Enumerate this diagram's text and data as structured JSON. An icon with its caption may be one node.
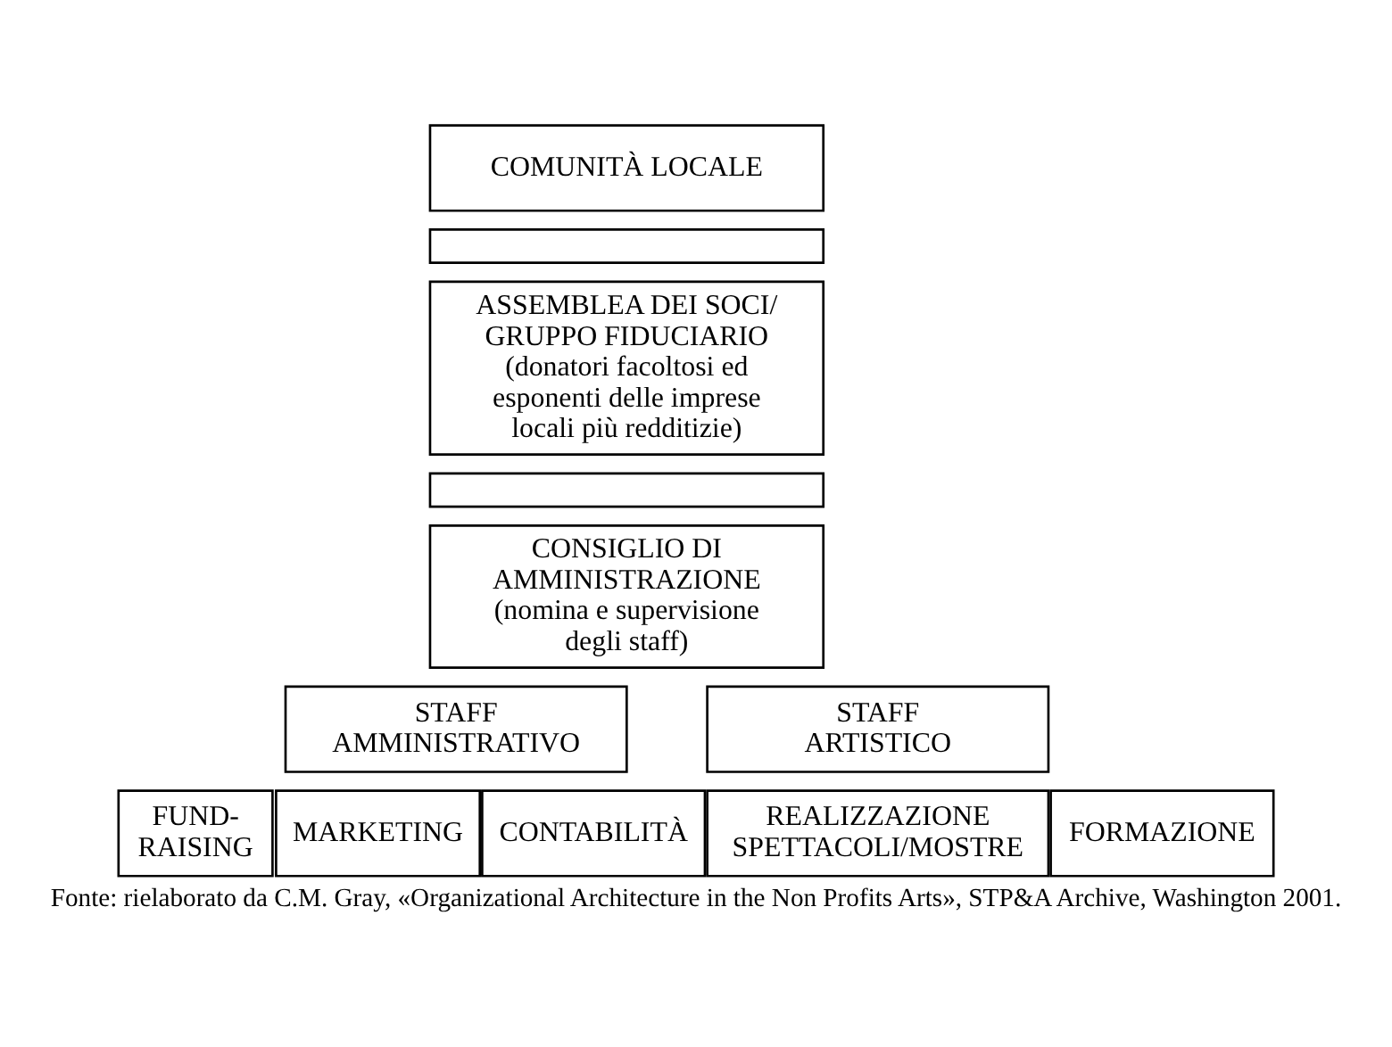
{
  "diagram": {
    "caption": "Fonte: rielaborato da C.M. Gray, «Organizational Architecture in the Non Profits Arts», STP&A Archive, Washington 2001.",
    "nodes": [
      {
        "text": [
          "COMUNITÀ LOCALE"
        ]
      },
      {
        "text": [],
        "shape": "box"
      },
      {
        "text": [
          "ASSEMBLEA DEI SOCI/ GRUPPO FIDUCIARIO",
          "(donatori facoltosi ed esponenti delle imprese locali più redditizie)"
        ]
      },
      {
        "text": [],
        "shape": "box"
      },
      {
        "text": [
          "CONSIGLIO DI AMMINISTRAZIONE",
          "(nomina e supervisione degli staff)"
        ]
      },
      {
        "text": [
          "STAFF AMMINISTRATIVO"
        ]
      },
      {
        "text": [
          "STAFF ARTISTICO"
        ]
      },
      {
        "text": [
          "FUND- RAISING"
        ]
      },
      {
        "text": [
          "MARKETING"
        ]
      },
      {
        "text": [
          "CONTABILITÀ"
        ]
      },
      {
        "text": [
          "REALIZZAZIONE SPETTACOLI/MOSTRE"
        ]
      },
      {
        "text": [
          "FORMAZIONE"
        ]
      }
    ]
  }
}
